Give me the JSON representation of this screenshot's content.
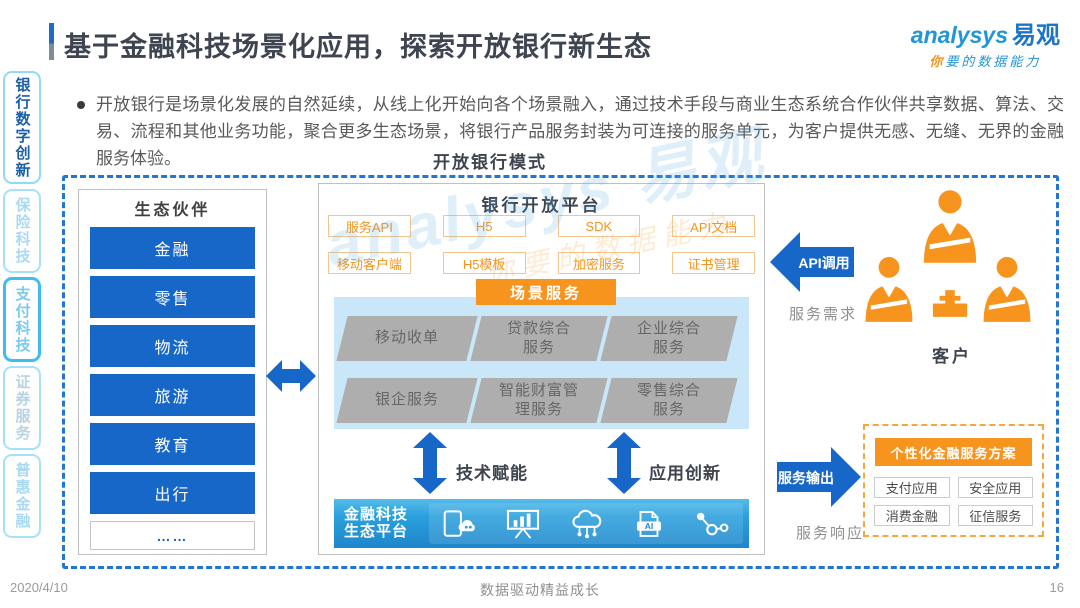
{
  "slide": {
    "title": "基于金融科技场景化应用，探索开放银行新生态",
    "bullet": "开放银行是场景化发展的自然延续，从线上化开始向各个场景融入，通过技术手段与商业生态系统合作伙伴共享数据、算法、交易、流程和其他业务功能，聚合更多生态场景，将银行产品服务封装为可连接的服务单元，为客户提供无感、无缝、无界的金融服务体验。",
    "diagram_title": "开放银行模式",
    "footer": {
      "date": "2020/4/10",
      "slogan": "数据驱动精益成长",
      "page_number": "16"
    }
  },
  "logo": {
    "brand_latin": "analysys",
    "brand_cn": "易观",
    "tagline_accent": "你",
    "tagline_rest": "要的数据能力"
  },
  "sidebar": {
    "tabs": [
      {
        "label": "银行数字创新"
      },
      {
        "label": "保险科技"
      },
      {
        "label": "支付科技"
      },
      {
        "label": "证券服务"
      },
      {
        "label": "普惠金融"
      }
    ]
  },
  "partners": {
    "title": "生态伙伴",
    "items": [
      "金融",
      "零售",
      "物流",
      "旅游",
      "教育",
      "出行"
    ],
    "more": "……"
  },
  "platform": {
    "title": "银行开放平台",
    "capabilities": [
      "服务API",
      "H5",
      "SDK",
      "API文档",
      "移动客户端",
      "H5模板",
      "加密服务",
      "证书管理"
    ],
    "scene_header": "场景服务",
    "scene_services": [
      "移动收单",
      "贷款综合\n服务",
      "企业综合\n服务",
      "银企服务",
      "智能财富管\n理服务",
      "零售综合\n服务"
    ],
    "arrow_labels": {
      "left": "技术赋能",
      "right": "应用创新"
    },
    "fintech": {
      "title": "金融科技\n生态平台",
      "ai_label": "AI",
      "icons": [
        "mobile-payment-icon",
        "presentation-chart-icon",
        "cloud-network-icon",
        "ai-document-icon",
        "share-network-icon"
      ]
    }
  },
  "flows": {
    "api_call": "API调用",
    "service_demand": "服务需求",
    "customer": "客户",
    "service_output": "服务输出",
    "service_response": "服务响应"
  },
  "solution": {
    "title": "个性化金融服务方案",
    "items": [
      "支付应用",
      "安全应用",
      "消费金融",
      "征信服务"
    ]
  },
  "watermark": {
    "line1": "analysys 易观",
    "line2": "你要的数据能力"
  },
  "colors": {
    "primary_blue": "#1767C8",
    "cyan_bar": "#2BA0DC",
    "panel_blue": "#C9E7F8",
    "orange": "#F7941D",
    "gray_shape": "#AEAEAE",
    "dashed_blue": "#2076D4"
  }
}
